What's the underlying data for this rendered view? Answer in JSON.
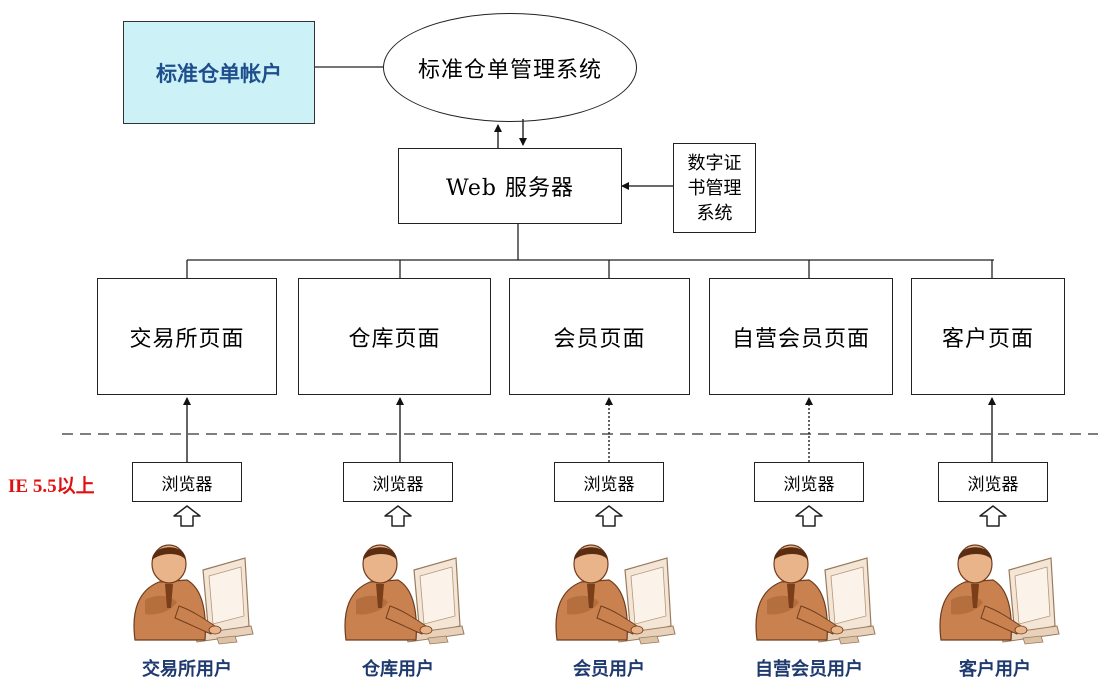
{
  "account_label": "标准仓单帐户",
  "management_system_label": "标准仓单管理系统",
  "web_server_label": "Web 服务器",
  "certificate_system_label": "数字证书管理系统",
  "certificate_system_lines": [
    "数字证",
    "书管理",
    "系统"
  ],
  "ie_requirement_label": "IE 5.5以上",
  "clients": [
    {
      "page_label": "交易所页面",
      "browser_label": "浏览器",
      "user_label": "交易所用户",
      "link_style": "solid"
    },
    {
      "page_label": "仓库页面",
      "browser_label": "浏览器",
      "user_label": "仓库用户",
      "link_style": "solid"
    },
    {
      "page_label": "会员页面",
      "browser_label": "浏览器",
      "user_label": "会员用户",
      "link_style": "dotted"
    },
    {
      "page_label": "自营会员页面",
      "browser_label": "浏览器",
      "user_label": "自营会员用户",
      "link_style": "dotted"
    },
    {
      "page_label": "客户页面",
      "browser_label": "浏览器",
      "user_label": "客户用户",
      "link_style": "solid"
    }
  ],
  "colors": {
    "account_fill": "#ccf2f8",
    "account_text": "#1f4e8c",
    "ie_label": "#e01010",
    "user_label": "#1f3a6e"
  },
  "icons": {
    "user": "user-at-computer-icon",
    "upload": "hollow-up-arrow-icon"
  }
}
